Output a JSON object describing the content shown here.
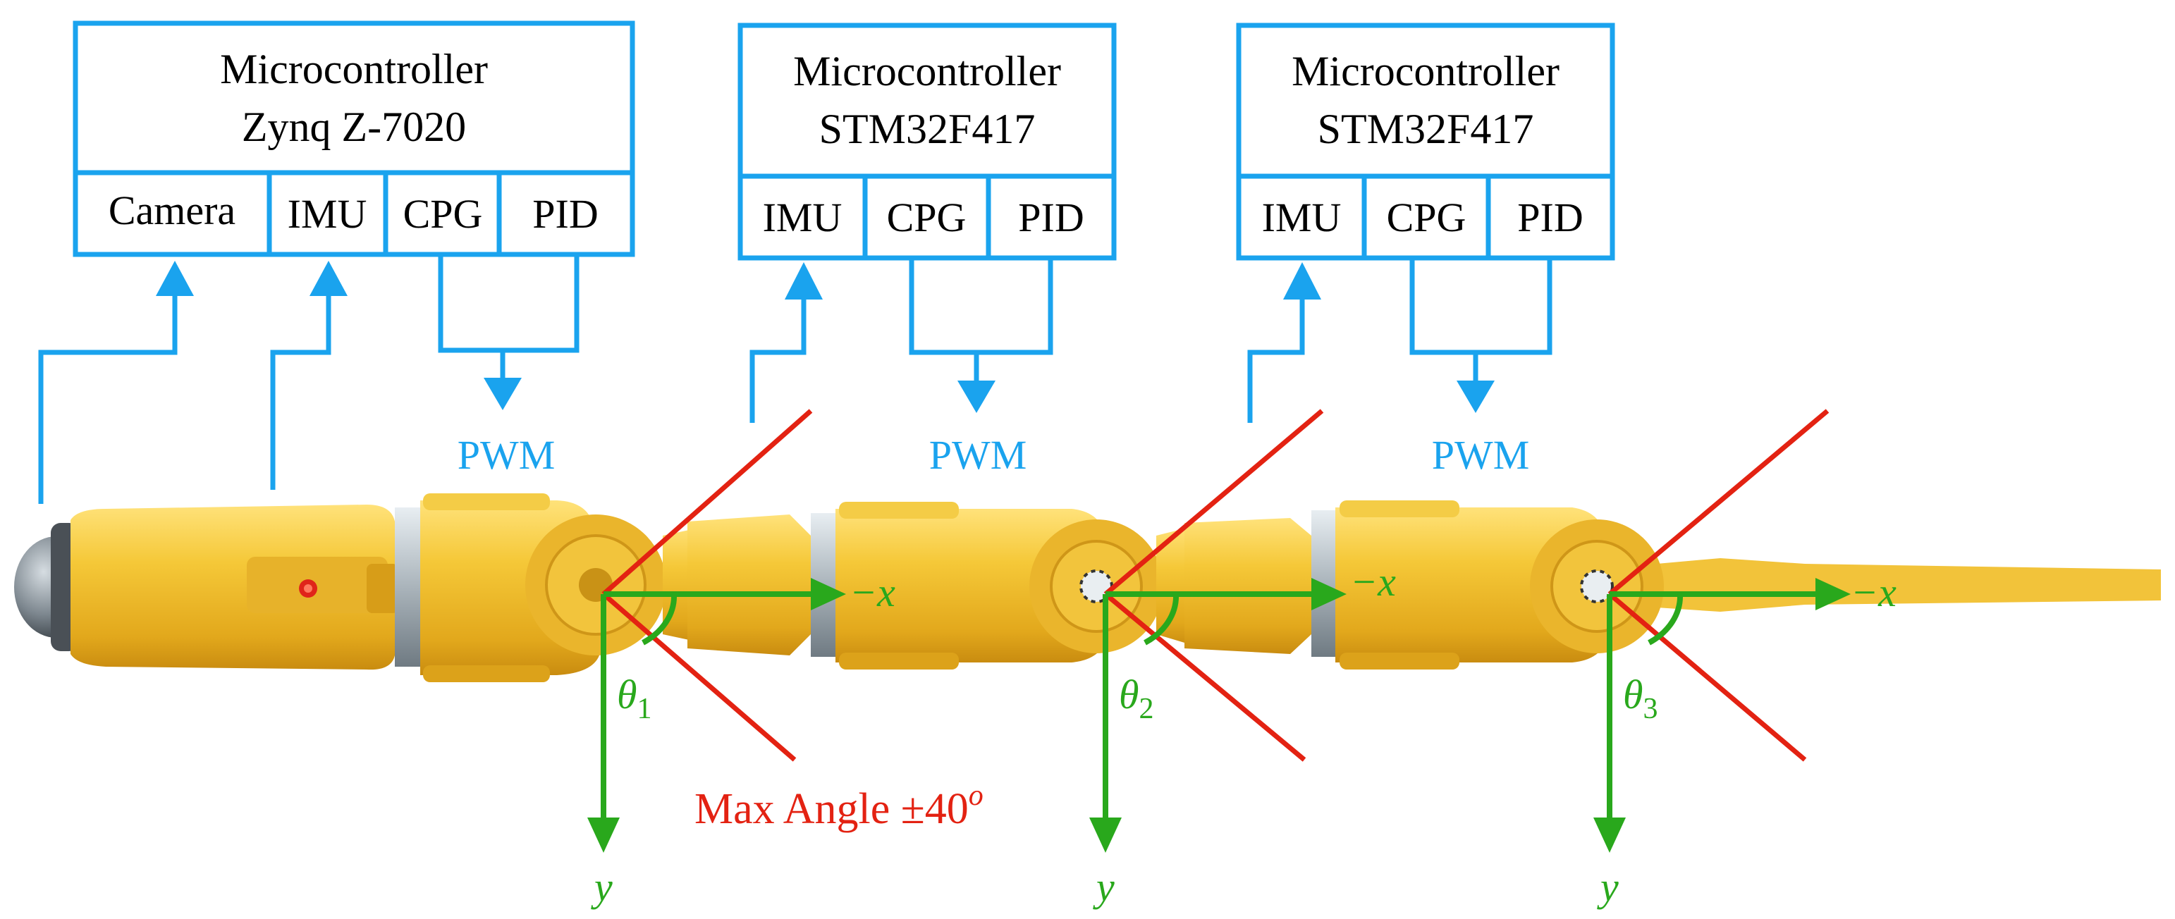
{
  "controllers": [
    {
      "title_line1": "Microcontroller",
      "title_line2": "Zynq Z-7020",
      "modules": [
        "Camera",
        "IMU",
        "CPG",
        "PID"
      ],
      "output_label": "PWM"
    },
    {
      "title_line1": "Microcontroller",
      "title_line2": "STM32F417",
      "modules": [
        "IMU",
        "CPG",
        "PID"
      ],
      "output_label": "PWM"
    },
    {
      "title_line1": "Microcontroller",
      "title_line2": "STM32F417",
      "modules": [
        "IMU",
        "CPG",
        "PID"
      ],
      "output_label": "PWM"
    }
  ],
  "joints": [
    {
      "angle_symbol": "θ",
      "angle_index": "1",
      "x_axis_label": "−x",
      "y_axis_label": "y"
    },
    {
      "angle_symbol": "θ",
      "angle_index": "2",
      "x_axis_label": "−x",
      "y_axis_label": "y"
    },
    {
      "angle_symbol": "θ",
      "angle_index": "3",
      "x_axis_label": "−x",
      "y_axis_label": "y"
    }
  ],
  "max_angle": {
    "label": "Max Angle ±40",
    "superscript": "o"
  },
  "colors": {
    "controller_blue": "#1aa3ee",
    "axis_green": "#29a81c",
    "limit_red": "#e32212",
    "robot_yellow": "#f3c431",
    "robot_shadow": "#d99a14"
  }
}
